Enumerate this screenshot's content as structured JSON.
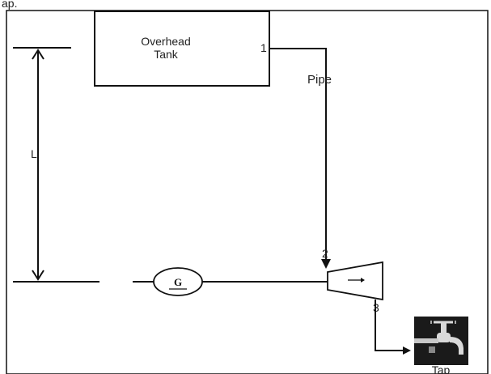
{
  "top_fragment": "ap.",
  "tank": {
    "label_line1": "Overhead",
    "label_line2": "Tank"
  },
  "points": {
    "p1": "1",
    "p2": "2",
    "p3": "3"
  },
  "pipe_label": "Pipe",
  "height_label": "L",
  "generator_label": "G",
  "tap_label": "Tap",
  "colors": {
    "line": "#111111",
    "tap_bg": "#1a1a1a",
    "tap_metal": "#d9d9d9"
  }
}
